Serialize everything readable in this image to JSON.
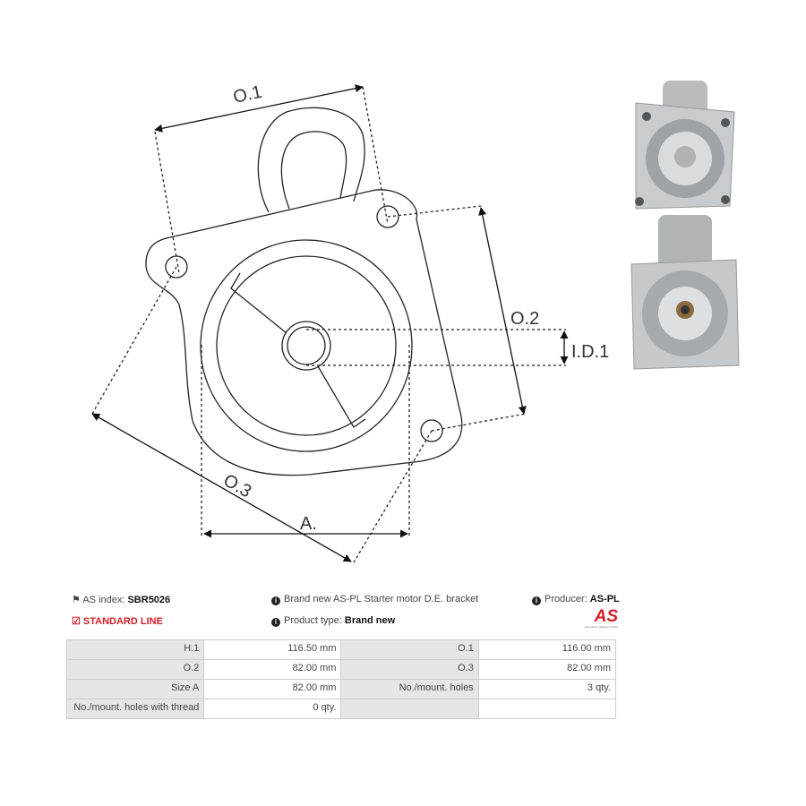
{
  "diagram": {
    "labels": {
      "o1": "O.1",
      "o2": "O.2",
      "o3": "O.3",
      "id1": "I.D.1",
      "a": "A."
    }
  },
  "info": {
    "as_index_label": "AS index:",
    "as_index_value": "SBR5026",
    "line": "STANDARD LINE",
    "description": "Brand new AS-PL Starter motor D.E. bracket",
    "product_type_label": "Product type:",
    "product_type_value": "Brand new",
    "producer_label": "Producer:",
    "producer_value": "AS-PL",
    "logo_text": "AS",
    "logo_tagline": "Alternators, Starters & Parts"
  },
  "colors": {
    "accent": "#d0202a"
  },
  "table": [
    [
      "H.1",
      "116.50 mm",
      "O.1",
      "116.00 mm"
    ],
    [
      "O.2",
      "82.00 mm",
      "O.3",
      "82.00 mm"
    ],
    [
      "Size A",
      "82.00 mm",
      "No./mount. holes",
      "3 qty."
    ],
    [
      "No./mount. holes with thread",
      "0 qty.",
      "",
      ""
    ]
  ]
}
